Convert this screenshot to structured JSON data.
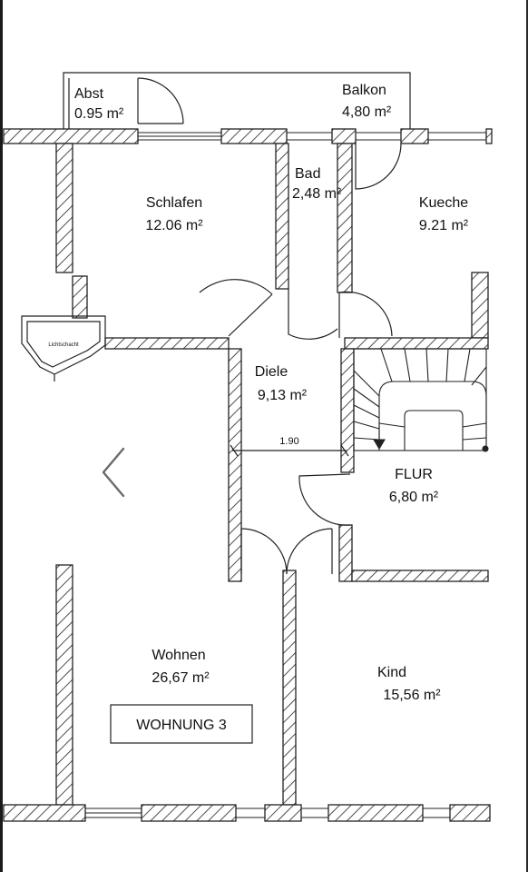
{
  "plan": {
    "rooms": [
      {
        "name": "Abst",
        "area": "0.95 m²"
      },
      {
        "name": "Balkon",
        "area": "4,80 m²"
      },
      {
        "name": "Bad",
        "area": "2,48 m²"
      },
      {
        "name": "Schlafen",
        "area": "12.06 m²"
      },
      {
        "name": "Kueche",
        "area": "9.21 m²"
      },
      {
        "name": "Diele",
        "area": "9,13 m²"
      },
      {
        "name": "FLUR",
        "area": "6,80 m²"
      },
      {
        "name": "Wohnen",
        "area": "26,67 m²"
      },
      {
        "name": "Kind",
        "area": "15,56 m²"
      }
    ],
    "unit_label": "WOHNUNG 3",
    "dimension": "1.90",
    "lichtschacht_label": "Lichtschacht"
  },
  "nav": {
    "prev_icon": "chevron-left-icon"
  },
  "colors": {
    "wall": "#222222",
    "background": "#ffffff"
  }
}
